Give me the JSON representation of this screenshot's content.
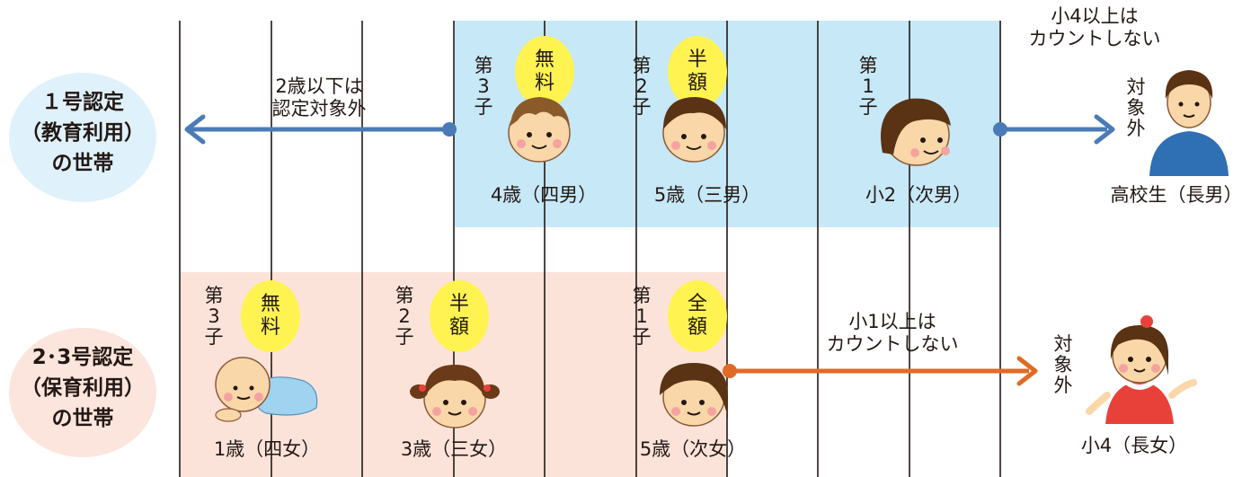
{
  "colors": {
    "blue_region": "#c6e8f7",
    "pink_region": "#fbe3da",
    "badge_yellow": "#fff352",
    "arrow_blue": "#4a7bb7",
    "arrow_orange": "#e06b26",
    "row1_circle": "#dff1fa",
    "row2_circle": "#fbe5dc"
  },
  "row1": {
    "category": [
      "１号認定",
      "（教育利用）",
      "の世帯"
    ],
    "left_note": [
      "2歳以下は",
      "認定対象外"
    ],
    "right_note": [
      "小4以上は",
      "カウントしない"
    ],
    "children": [
      {
        "order": [
          "第",
          "3",
          "子"
        ],
        "badge": [
          "無",
          "料"
        ],
        "label": "4歳（四男）"
      },
      {
        "order": [
          "第",
          "2",
          "子"
        ],
        "badge": [
          "半",
          "額"
        ],
        "label": "5歳（三男）"
      },
      {
        "order": [
          "第",
          "1",
          "子"
        ],
        "label": "小2（次男）"
      }
    ],
    "excluded": {
      "mark": [
        "対",
        "象",
        "外"
      ],
      "label": "高校生（長男）"
    }
  },
  "row2": {
    "category": [
      "2･3号認定",
      "（保育利用）",
      "の世帯"
    ],
    "right_note": [
      "小1以上は",
      "カウントしない"
    ],
    "children": [
      {
        "order": [
          "第",
          "3",
          "子"
        ],
        "badge": [
          "無",
          "料"
        ],
        "label": "1歳（四女）"
      },
      {
        "order": [
          "第",
          "2",
          "子"
        ],
        "badge": [
          "半",
          "額"
        ],
        "label": "3歳（三女）"
      },
      {
        "order": [
          "第",
          "1",
          "子"
        ],
        "badge": [
          "全",
          "額"
        ],
        "label": "5歳（次女）"
      }
    ],
    "excluded": {
      "mark": [
        "対",
        "象",
        "外"
      ],
      "label": "小4（長女）"
    }
  }
}
